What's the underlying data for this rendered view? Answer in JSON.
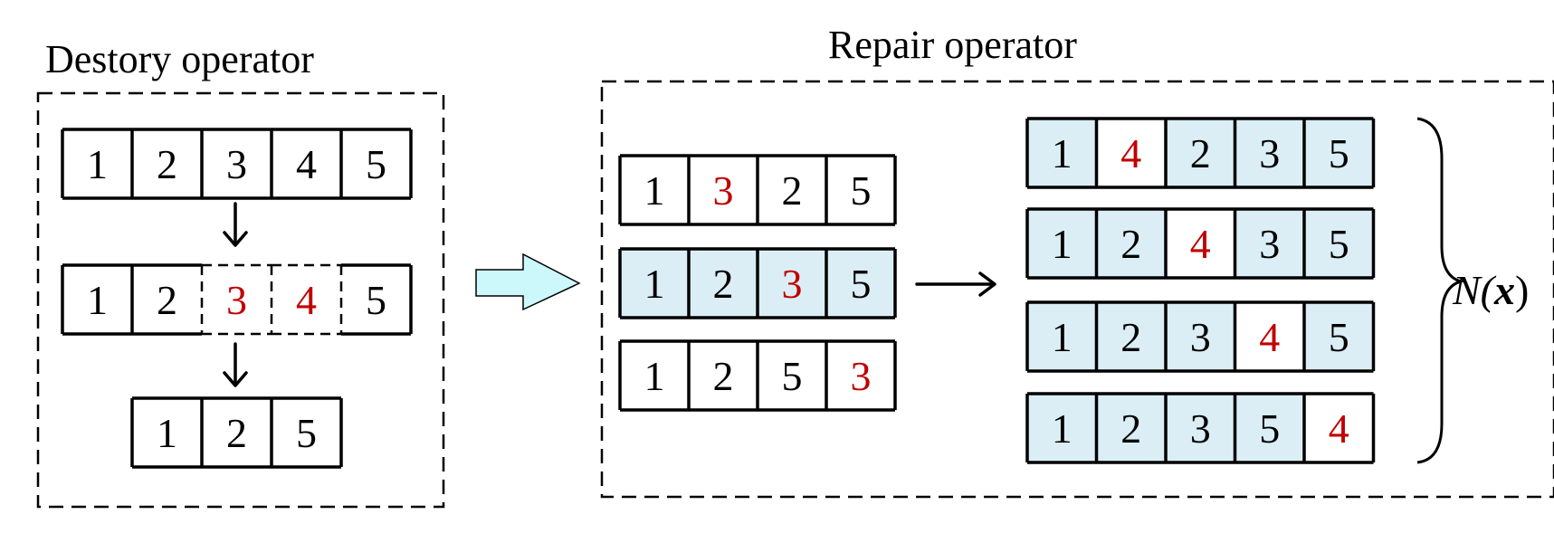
{
  "destroy": {
    "title": "Destory operator",
    "rows": [
      {
        "cells": [
          "1",
          "2",
          "3",
          "4",
          "5"
        ],
        "highlight": [],
        "dashed": []
      },
      {
        "cells": [
          "1",
          "2",
          "3",
          "4",
          "5"
        ],
        "highlight": [
          2,
          3
        ],
        "dashed": [
          2,
          3
        ]
      },
      {
        "cells": [
          "1",
          "2",
          "5"
        ],
        "highlight": [],
        "dashed": []
      }
    ]
  },
  "repair": {
    "title": "Repair operator",
    "candidates": [
      {
        "cells": [
          "1",
          "3",
          "2",
          "5"
        ],
        "highlight": [
          1
        ],
        "selected": false
      },
      {
        "cells": [
          "1",
          "2",
          "3",
          "5"
        ],
        "highlight": [
          2
        ],
        "selected": true
      },
      {
        "cells": [
          "1",
          "2",
          "5",
          "3"
        ],
        "highlight": [
          3
        ],
        "selected": false
      }
    ],
    "neighbors": [
      {
        "cells": [
          "1",
          "4",
          "2",
          "3",
          "5"
        ],
        "highlight": [
          1
        ]
      },
      {
        "cells": [
          "1",
          "2",
          "4",
          "3",
          "5"
        ],
        "highlight": [
          2
        ]
      },
      {
        "cells": [
          "1",
          "2",
          "3",
          "4",
          "5"
        ],
        "highlight": [
          3
        ]
      },
      {
        "cells": [
          "1",
          "2",
          "3",
          "5",
          "4"
        ],
        "highlight": [
          4
        ]
      }
    ],
    "neighborhood_label": {
      "prefix": "N(",
      "var": "x",
      "suffix": ")"
    }
  },
  "colors": {
    "highlight_text": "#c00000",
    "fill_selected": "#dbeef5",
    "fill_plain": "#ffffff",
    "arrow_fill": "#ccf7fb",
    "stroke": "#000000"
  }
}
